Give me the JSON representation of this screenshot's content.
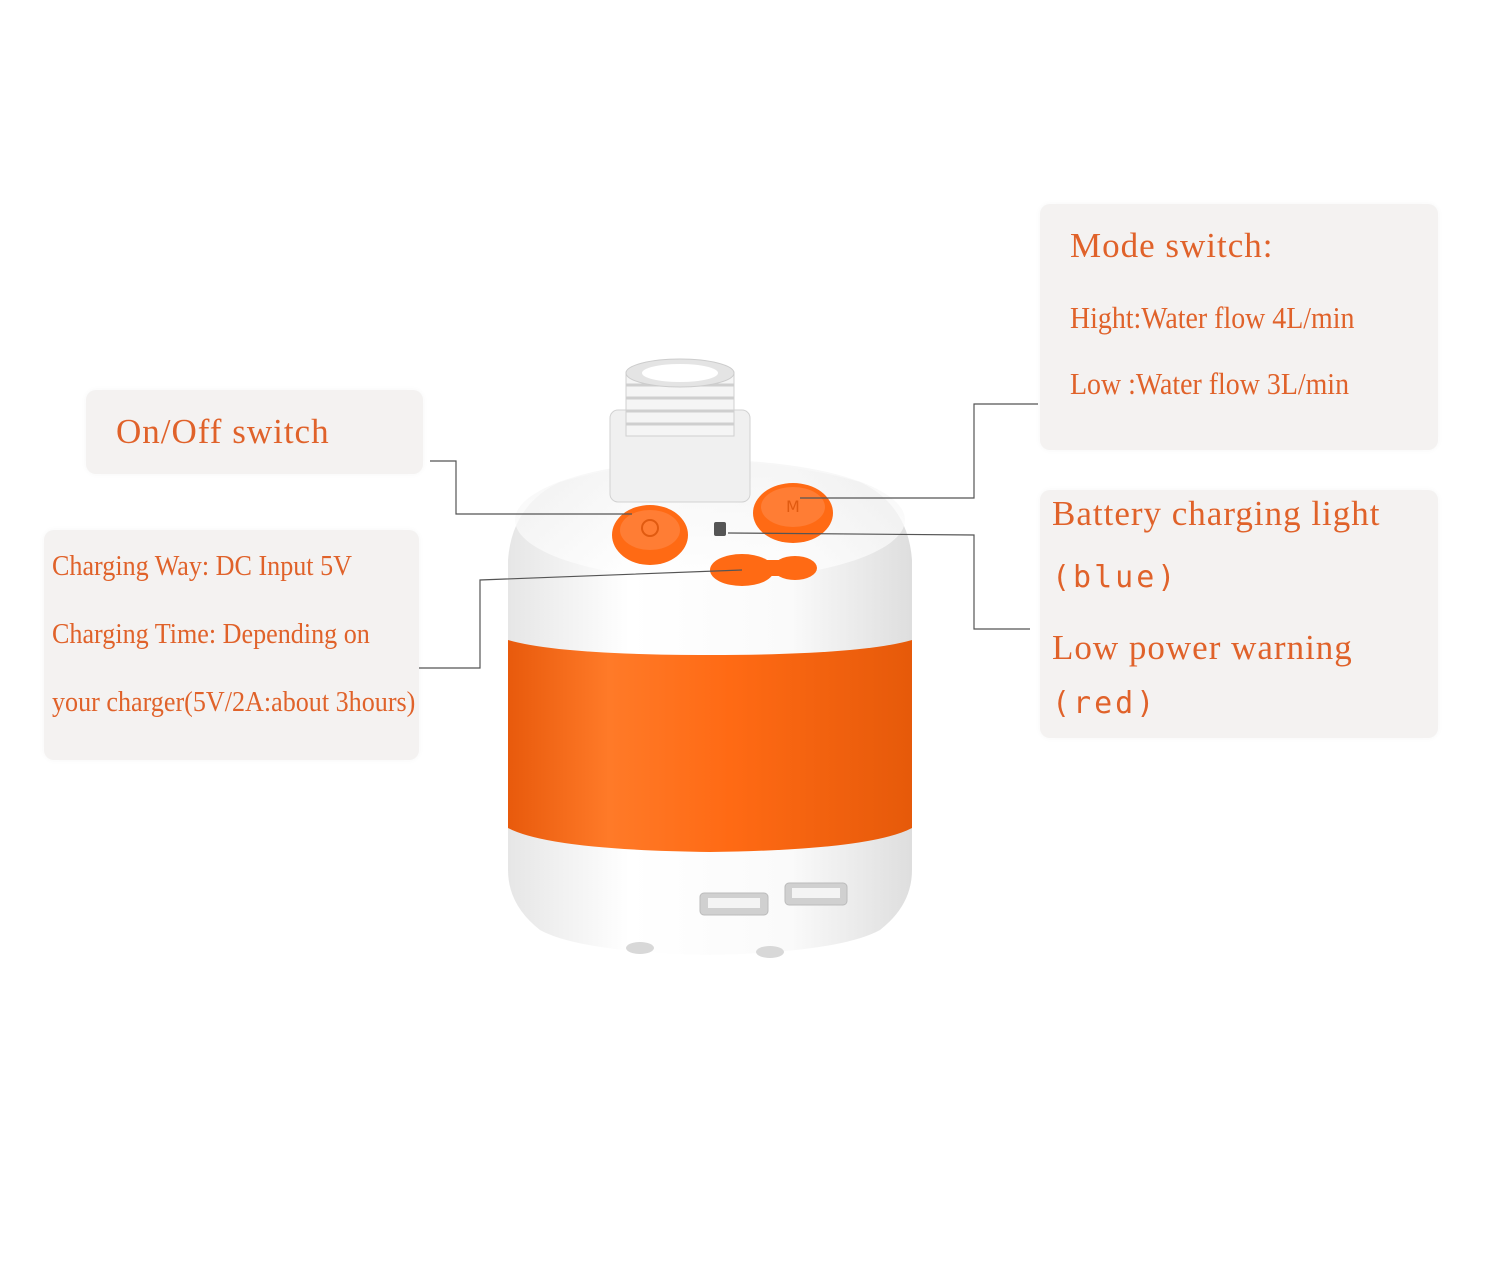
{
  "callouts": {
    "onoff": {
      "title": "On/Off switch"
    },
    "charging": {
      "lines": [
        "Charging Way: DC Input 5V",
        "Charging Time: Depending on",
        "your charger(5V/2A:about 3hours)"
      ]
    },
    "mode": {
      "title": "Mode switch:",
      "high": "Hight:Water flow 4L/min",
      "low": "Low  :Water flow 3L/min"
    },
    "lights": {
      "charging_label": "Battery charging light",
      "charging_color": "(blue)",
      "warning_label": "Low power warning",
      "warning_color": "(red)"
    }
  },
  "colors": {
    "accent_text": "#e0622a",
    "box_background": "#f4f2f1",
    "device_orange": "#ff6a14",
    "device_white": "#f7f7f7"
  }
}
